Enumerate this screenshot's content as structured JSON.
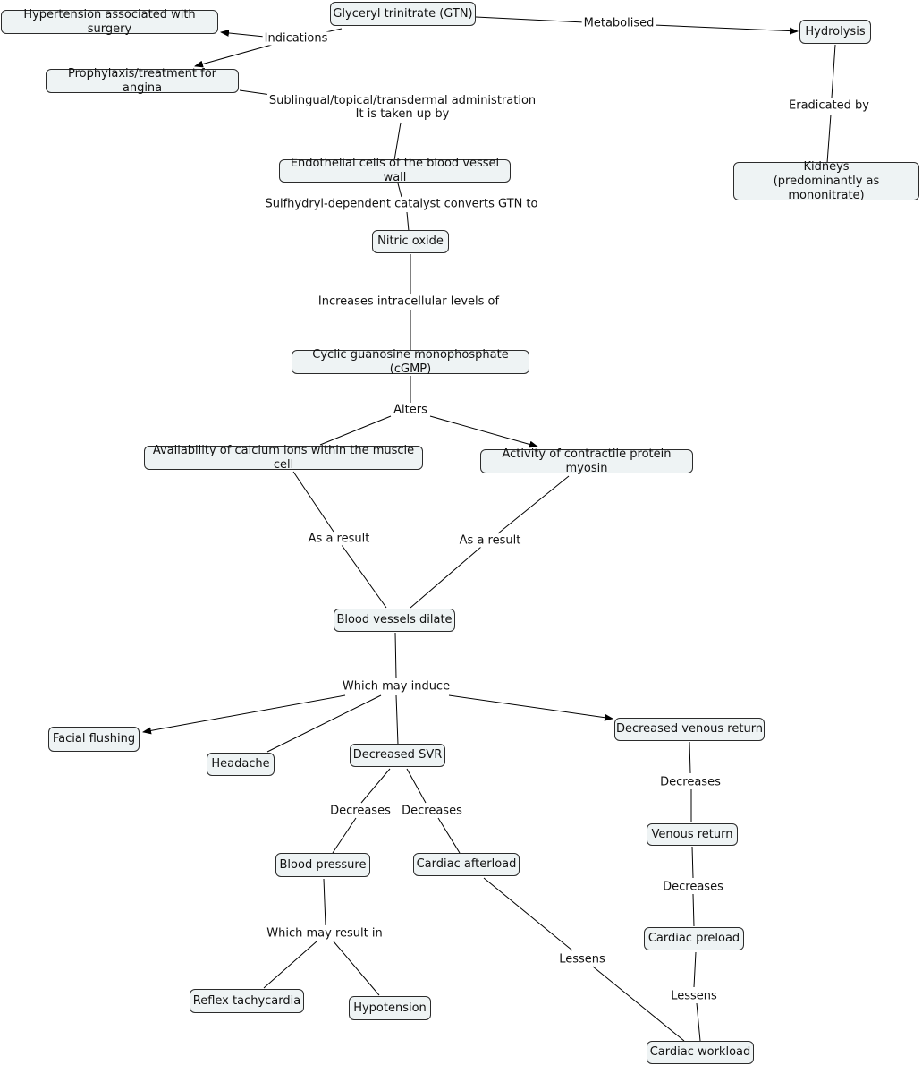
{
  "nodes": {
    "gtn": "Glyceryl trinitrate (GTN)",
    "hypertension_surgery": "Hypertension associated with surgery",
    "angina": "Prophylaxis/treatment for angina",
    "hydrolysis": "Hydrolysis",
    "kidneys": "Kidneys\n(predominantly as mononitrate)",
    "endothelial": "Endothelial cells of the blood vessel wall",
    "nitric_oxide": "Nitric oxide",
    "cgmp": "Cyclic guanosine monophosphate (cGMP)",
    "calcium": "Availability of calcium ions within the muscle cell",
    "myosin": "Activity of contractile protein myosin",
    "dilate": "Blood vessels dilate",
    "flushing": "Facial flushing",
    "headache": "Headache",
    "svr": "Decreased SVR",
    "venous_decreased": "Decreased venous return",
    "venous_return": "Venous return",
    "blood_pressure": "Blood pressure",
    "afterload": "Cardiac afterload",
    "preload": "Cardiac preload",
    "tachycardia": "Reflex tachycardia",
    "hypotension": "Hypotension",
    "workload": "Cardiac workload"
  },
  "links": {
    "indications": "Indications",
    "metabolised": "Metabolised",
    "eradicated": "Eradicated by",
    "sublingual": "Sublingual/topical/transdermal administration\nIt is taken up by",
    "sulfhydryl": "Sulfhydryl-dependent catalyst  converts GTN to",
    "increases": "Increases intracellular levels of",
    "alters": "Alters",
    "result_left": "As a result",
    "result_right": "As a result",
    "induce": "Which may induce",
    "decreases_bp": "Decreases",
    "decreases_after": "Decreases",
    "decreases_venous": "Decreases",
    "decreases_preload": "Decreases",
    "may_result": "Which may result in",
    "lessens_after": "Lessens",
    "lessens_preload": "Lessens"
  },
  "colors": {
    "node_fill": "#eef3f4",
    "line": "#000000"
  }
}
